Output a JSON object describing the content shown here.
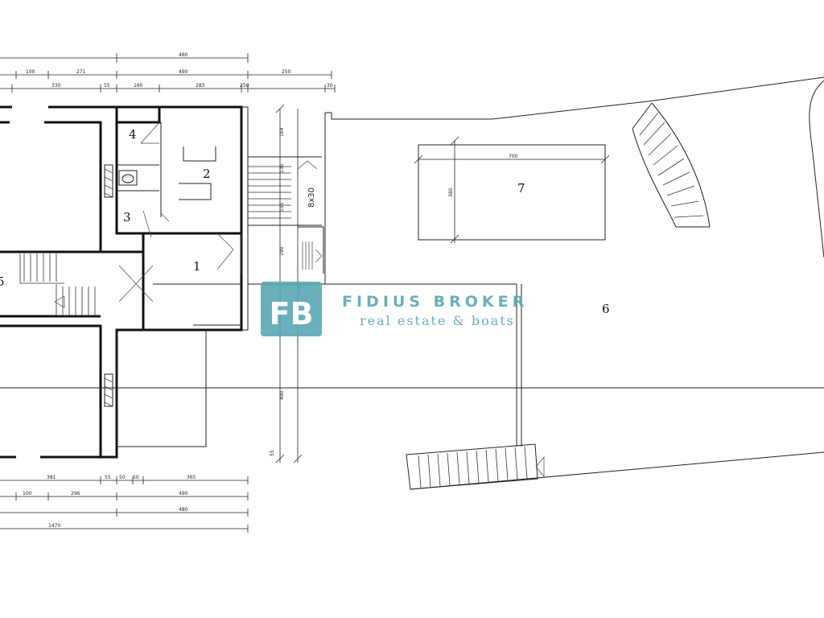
{
  "rooms": [
    "1",
    "2",
    "3",
    "4",
    "5",
    "6",
    "7"
  ],
  "dimensions": {
    "top_row_1": [
      "480"
    ],
    "top_row_2": [
      "100",
      "271",
      "490",
      "250"
    ],
    "top_row_3": [
      "330",
      "55",
      "160",
      "283",
      "250",
      "30"
    ],
    "bottom_row_1": [
      "381",
      "55",
      "50",
      "50",
      "365"
    ],
    "bottom_row_2": [
      "100",
      "296",
      "490"
    ],
    "bottom_row_3": [
      "480"
    ],
    "bottom_row_4": [
      "1470"
    ],
    "pool_width": "700",
    "pool_depth": "380",
    "stair_label": "8x30",
    "vertical": [
      "164",
      "135",
      "155",
      "190",
      "1265",
      "490",
      "55"
    ]
  },
  "brand": {
    "monogram": "FB",
    "name": "FIDIUS BROKER",
    "tagline": "real estate & boats",
    "color": "#5aa7b5"
  }
}
